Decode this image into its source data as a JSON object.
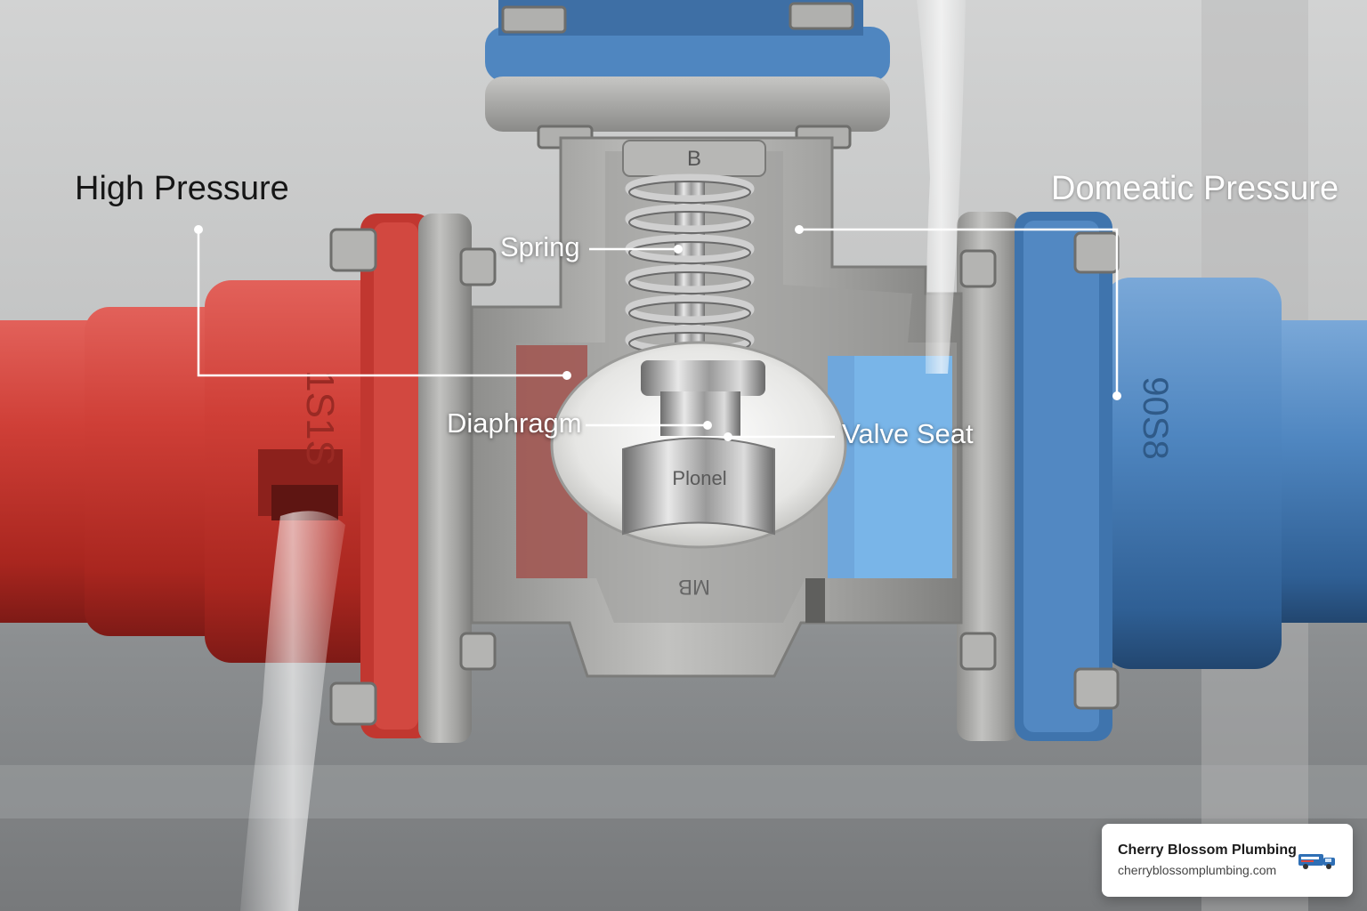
{
  "labels": {
    "high_pressure": "High Pressure",
    "domestic_pressure": "Domeatic Pressure",
    "spring": "Spring",
    "diaphragm": "Diaphragm",
    "valve_seat": "Valve Seat"
  },
  "castings": {
    "red_pipe": "1S1S",
    "blue_pipe": "90S8",
    "bonnet": "B",
    "body": "MB",
    "stem": "Plonel"
  },
  "branding": {
    "company": "Cherry Blossom Plumbing",
    "url": "cherryblossomplumbing.com",
    "logo_icon": "plumbing-truck-icon"
  },
  "colors": {
    "high_pressure_pipe": "#c83a33",
    "domestic_pressure_pipe": "#4f86c0",
    "valve_body": "#a9a9a7",
    "label_dark": "#161616",
    "label_light": "#ffffff"
  }
}
